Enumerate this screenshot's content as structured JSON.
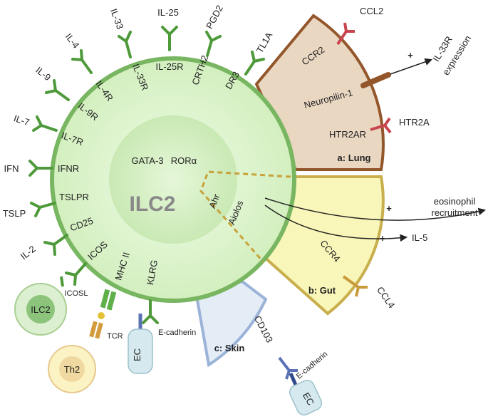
{
  "cell": {
    "name": "ILC2",
    "transcription_factors": [
      "GATA-3",
      "RORα"
    ],
    "inner_factors": [
      "Ahr",
      "Aiolos"
    ]
  },
  "receptors": [
    {
      "receptor": "IL-25R",
      "ligand": "IL-25"
    },
    {
      "receptor": "CRTH2",
      "ligand": "PGD2"
    },
    {
      "receptor": "DR3",
      "ligand": "TL1A"
    },
    {
      "receptor": "IL-33R",
      "ligand": "IL-33"
    },
    {
      "receptor": "IL-4R",
      "ligand": "IL-4"
    },
    {
      "receptor": "IL-9R",
      "ligand": "IL-9"
    },
    {
      "receptor": "IL-7R",
      "ligand": "IL-7"
    },
    {
      "receptor": "IFNR",
      "ligand": "IFN"
    },
    {
      "receptor": "TSLPR",
      "ligand": "TSLP"
    },
    {
      "receptor": "CD25",
      "ligand": "IL-2"
    },
    {
      "receptor": "ICOS",
      "ligand": "ICOSL"
    },
    {
      "receptor": "MHC II",
      "ligand": "TCR"
    },
    {
      "receptor": "KLRG",
      "ligand": "E-cadherin"
    }
  ],
  "partner_cells": {
    "ilc2": "ILC2",
    "th2": "Th2",
    "ec_left": "EC",
    "ec_right": "EC"
  },
  "tissues": {
    "lung": {
      "label": "a: Lung",
      "receptors": [
        "CCR2",
        "Neuropilin-1",
        "HTR2AR"
      ],
      "ligands": [
        "CCL2",
        "HTR2A"
      ],
      "outcome": [
        "IL-33R",
        "expression"
      ],
      "sign": "+"
    },
    "gut": {
      "label": "b: Gut",
      "receptor": "CCR4",
      "ligand": "CCL4",
      "outcomes": [
        [
          "eosinophil",
          "recruitment"
        ],
        [
          "IL-5"
        ]
      ],
      "signs": [
        "+",
        "+"
      ]
    },
    "skin": {
      "label": "c: Skin",
      "receptor": "CD103",
      "ligand": "E-cadherin"
    }
  },
  "colors": {
    "cell_fill": "#d7f2c3",
    "cell_border": "#79b661",
    "receptor_green": "#4e9a3a",
    "lung_fill": "#ead7c2",
    "lung_border": "#93562a",
    "gut_fill": "#f8f6b8",
    "gut_border": "#c8ae4c",
    "skin_fill": "#e4ecf6",
    "skin_border": "#9bb3d8",
    "red_receptor": "#c8454f",
    "blue_receptor": "#5a72b5"
  }
}
